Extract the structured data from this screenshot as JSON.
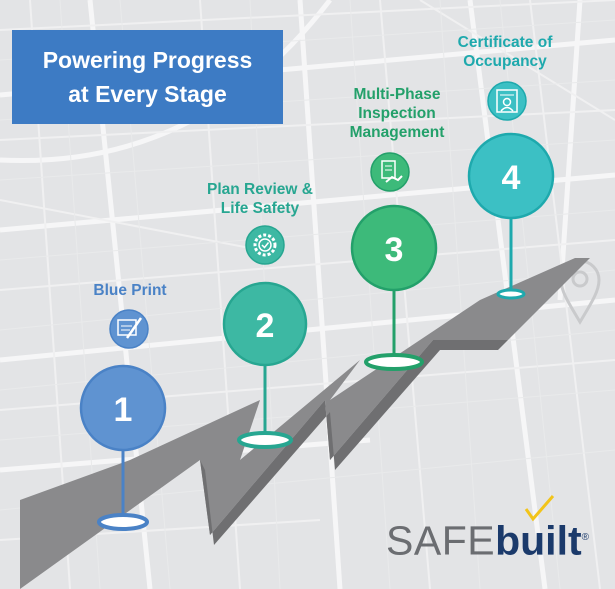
{
  "title": {
    "line1": "Powering Progress",
    "line2": "at Every Stage"
  },
  "steps": [
    {
      "number": "1",
      "label_lines": [
        "Blue Print"
      ],
      "icon": "blueprint-pencil-icon",
      "color": "#4a82c6",
      "circle_fill": "#5f93d1"
    },
    {
      "number": "2",
      "label_lines": [
        "Plan Review &",
        "Life Safety"
      ],
      "icon": "gear-check-icon",
      "color": "#27a691",
      "circle_fill": "#3db8a3"
    },
    {
      "number": "3",
      "label_lines": [
        "Multi-Phase",
        "Inspection",
        "Management"
      ],
      "icon": "clipboard-handshake-icon",
      "color": "#23a06a",
      "circle_fill": "#3dba7a"
    },
    {
      "number": "4",
      "label_lines": [
        "Certificate of",
        "Occupancy"
      ],
      "icon": "certificate-person-icon",
      "color": "#1ea9ad",
      "circle_fill": "#3cc0c4"
    }
  ],
  "logo": {
    "safe": "SAFE",
    "built": "built",
    "reg": "®",
    "check_color": "#f2c41a"
  },
  "colors": {
    "road": "#8a8a8c",
    "map_bg": "#e3e4e6",
    "title_bg": "#3d7bc4"
  }
}
